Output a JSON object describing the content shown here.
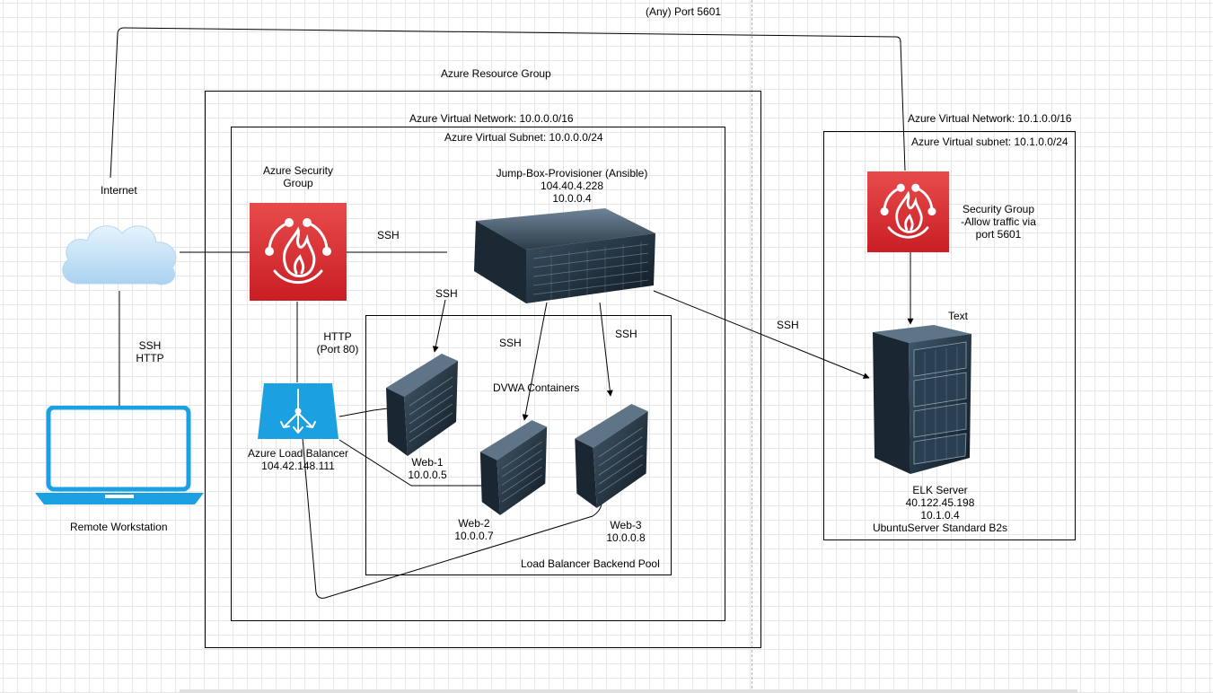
{
  "labels": {
    "any_port": "(Any) Port 5601",
    "resource_group": "Azure Resource Group",
    "vnet1": "Azure Virtual Network: 10.0.0.0/16",
    "subnet1": "Azure Virtual Subnet: 10.0.0.0/24",
    "vnet2": "Azure Virtual Network: 10.1.0.0/16",
    "subnet2": "Azure Virtual subnet: 10.1.0.0/24",
    "internet": "Internet",
    "azure_sg": [
      "Azure Security",
      "Group"
    ],
    "ssh_sg_jump": "SSH",
    "ssh_jump_web1": "SSH",
    "ssh_pool": "SSH",
    "ssh_jump_web3": "SSH",
    "ssh_elk": "SSH",
    "http_port80": [
      "HTTP",
      "(Port 80)"
    ],
    "ssh_http": [
      "SSH",
      "HTTP"
    ],
    "dvwa": "DVWA Containers",
    "backend_pool": "Load Balancer Backend Pool",
    "remote_ws": "Remote Workstation",
    "text_label": "Text",
    "sg2": [
      "Security Group",
      "-Allow traffic via",
      "port 5601"
    ]
  },
  "nodes": {
    "jumpbox": [
      "Jump-Box-Provisioner (Ansible)",
      "104.40.4.228",
      "10.0.0.4"
    ],
    "load_balancer": [
      "Azure Load Balancer",
      "104.42.148.111"
    ],
    "web1": [
      "Web-1",
      "10.0.0.5"
    ],
    "web2": [
      "Web-2",
      "10.0.0.7"
    ],
    "web3": [
      "Web-3",
      "10.0.0.8"
    ],
    "elk": [
      "ELK Server",
      "40.122.45.198",
      "10.1.0.4",
      "UbuntuServer Standard B2s"
    ]
  },
  "icons": {
    "cloud": "cloud-icon",
    "firewall": "firewall-icon",
    "load_balancer": "load-balancer-icon",
    "server": "server-icon",
    "laptop": "laptop-icon"
  },
  "colors": {
    "security_group": "#c91e24",
    "load_balancer": "#1ba1e2",
    "laptop": "#1ba1e2",
    "cloud": "#bfe0f8",
    "server": "#1d2b38"
  }
}
